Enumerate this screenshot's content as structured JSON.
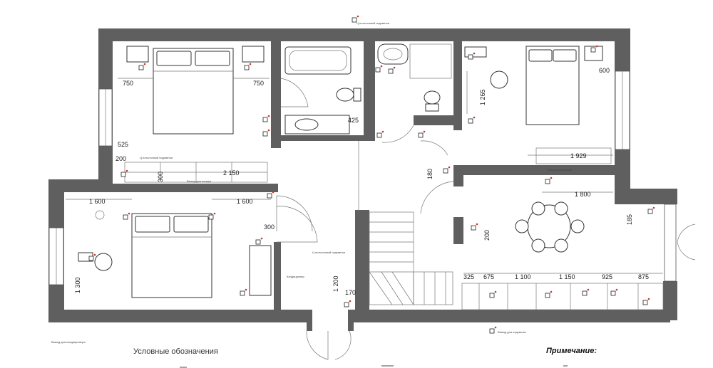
{
  "dimensions": [
    "750",
    "750",
    "425",
    "525",
    "200",
    "2 150",
    "300",
    "1 600",
    "1 600",
    "300",
    "1 300",
    "1 200",
    "170",
    "1 265",
    "600",
    "1 929",
    "180",
    "1 800",
    "200",
    "185",
    "325",
    "675",
    "1 100",
    "1 150",
    "925",
    "875"
  ],
  "callouts": [
    "Ц потолочный подсветки",
    "Ц потолочный подсветки",
    "Вывод для шкафа",
    "Вывод для шкафа",
    "Ц потолочный подсветки",
    "Кондиционер",
    "Вывод для кондиционера",
    "Вывод для подсветки"
  ],
  "legend_title": "Условные обозначения",
  "note_title": "Примечание:",
  "colors": {
    "wall": "#5f5f5f",
    "line": "#4a4a4a",
    "socket_mark": "#c0392b"
  }
}
